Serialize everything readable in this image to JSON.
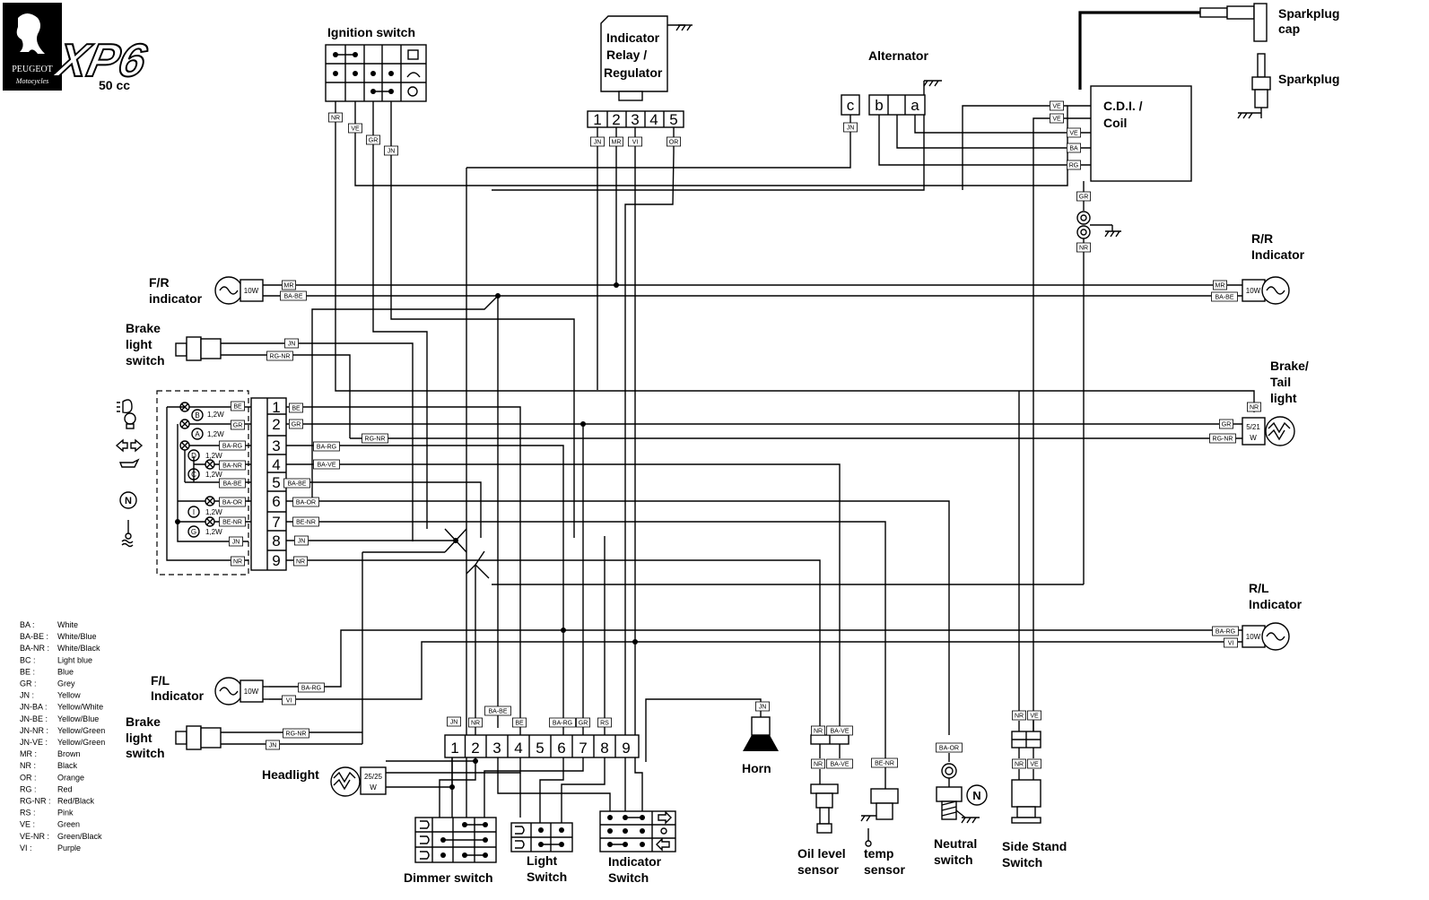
{
  "brand": {
    "name": "PEUGEOT",
    "subtitle": "Motocycles",
    "model": "XP6",
    "displacement": "50 cc"
  },
  "components": {
    "ignition_switch": "Ignition switch",
    "indicator_relay_l1": "Indicator",
    "indicator_relay_l2": "Relay /",
    "indicator_relay_l3": "Regulator",
    "alternator": "Alternator",
    "cdi_l1": "C.D.I. /",
    "cdi_l2": "Coil",
    "sparkplug_cap_l1": "Sparkplug",
    "sparkplug_cap_l2": "cap",
    "sparkplug": "Sparkplug",
    "fr_indicator_l1": "F/R",
    "fr_indicator_l2": "indicator",
    "rr_indicator_l1": "R/R",
    "rr_indicator_l2": "Indicator",
    "brake_switch_top_l1": "Brake",
    "brake_switch_top_l2": "light",
    "brake_switch_top_l3": "switch",
    "brake_tail_l1": "Brake/",
    "brake_tail_l2": "Tail",
    "brake_tail_l3": "light",
    "rl_indicator_l1": "R/L",
    "rl_indicator_l2": "Indicator",
    "fl_indicator_l1": "F/L",
    "fl_indicator_l2": "Indicator",
    "brake_switch_bottom_l1": "Brake",
    "brake_switch_bottom_l2": "light",
    "brake_switch_bottom_l3": "switch",
    "headlight": "Headlight",
    "horn": "Horn",
    "oil_level_l1": "Oil level",
    "oil_level_l2": "sensor",
    "temp_l1": "temp",
    "temp_l2": "sensor",
    "neutral_l1": "Neutral",
    "neutral_l2": "switch",
    "side_stand_l1": "Side Stand",
    "side_stand_l2": "Switch",
    "dimmer_switch": "Dimmer switch",
    "light_switch_l1": "Light",
    "light_switch_l2": "Switch",
    "indicator_switch_l1": "Indicator",
    "indicator_switch_l2": "Switch"
  },
  "terminals": {
    "alternator_c": "c",
    "alternator_b": "b",
    "alternator_a": "a",
    "relay_pins": [
      "1",
      "2",
      "3",
      "4",
      "5"
    ],
    "dash_pins": [
      "1",
      "2",
      "3",
      "4",
      "5",
      "6",
      "7",
      "8",
      "9"
    ],
    "bottom_pins": [
      "1",
      "2",
      "3",
      "4",
      "5",
      "6",
      "7",
      "8",
      "9"
    ]
  },
  "ratings": {
    "indicator_bulb": "10W",
    "tail_bulb_l1": "5/21",
    "tail_bulb_l2": "W",
    "headlight_bulb_l1": "25/25",
    "headlight_bulb_l2": "W",
    "dash_bulb": "1,2W",
    "dash_letters": [
      "B",
      "A",
      "D",
      "C",
      "I",
      "G"
    ]
  },
  "wire_codes": {
    "ign": [
      "NR",
      "VE",
      "GR",
      "JN"
    ],
    "relay": [
      "JN",
      "MR",
      "VI",
      "OR"
    ],
    "alt_c": "JN",
    "cdi_in": [
      "VE",
      "VE",
      "BA",
      "RG"
    ],
    "cdi_out": [
      "GR",
      "NR"
    ],
    "fr_ind": [
      "MR",
      "BA-BE"
    ],
    "rr_ind": [
      "MR",
      "BA-BE"
    ],
    "brake_sw_top": [
      "JN",
      "RG-NR"
    ],
    "tail": [
      "NR",
      "GR",
      "RG-NR"
    ],
    "dash_left": [
      "BE",
      "GR",
      "BA-RG",
      "BA-NR",
      "BA-BE",
      "BA-OR",
      "BE-NR",
      "JN",
      "NR"
    ],
    "dash_right": [
      "BE",
      "GR",
      "BA-RG",
      "RG-NR",
      "BA-VE",
      "BA-BE",
      "BA-OR",
      "BE-NR",
      "JN",
      "NR"
    ],
    "rl_ind": [
      "BA-RG",
      "VI"
    ],
    "fl_ind": [
      "BA-RG",
      "VI"
    ],
    "brake_sw_bottom": [
      "RG-NR",
      "JN"
    ],
    "bottom_top": [
      "JN",
      "NR",
      "BA-BE",
      "BE",
      "BA-RG",
      "GR",
      "RS"
    ],
    "horn": "JN",
    "oil": [
      "NR",
      "BA-VE",
      "NR",
      "BA-VE"
    ],
    "temp": "BE-NR",
    "neutral": "BA-OR",
    "side": [
      "NR",
      "VE",
      "NR",
      "VE"
    ]
  },
  "legend": [
    {
      "code": "BA :",
      "color": "White"
    },
    {
      "code": "BA-BE :",
      "color": "White/Blue"
    },
    {
      "code": "BA-NR :",
      "color": "White/Black"
    },
    {
      "code": "BC :",
      "color": "Light blue"
    },
    {
      "code": "BE :",
      "color": "Blue"
    },
    {
      "code": "GR :",
      "color": "Grey"
    },
    {
      "code": "JN :",
      "color": "Yellow"
    },
    {
      "code": "JN-BA :",
      "color": "Yellow/White"
    },
    {
      "code": "JN-BE :",
      "color": "Yellow/Blue"
    },
    {
      "code": "JN-NR :",
      "color": "Yellow/Green"
    },
    {
      "code": "JN-VE :",
      "color": "Yellow/Green"
    },
    {
      "code": "MR :",
      "color": "Brown"
    },
    {
      "code": "NR :",
      "color": "Black"
    },
    {
      "code": "OR :",
      "color": "Orange"
    },
    {
      "code": "RG :",
      "color": "Red"
    },
    {
      "code": "RG-NR :",
      "color": "Red/Black"
    },
    {
      "code": "RS :",
      "color": "Pink"
    },
    {
      "code": "VE :",
      "color": "Green"
    },
    {
      "code": "VE-NR :",
      "color": "Green/Black"
    },
    {
      "code": "VI :",
      "color": "Purple"
    }
  ],
  "icons": {
    "logo": "peugeot-lion-logo",
    "neutral": "N"
  }
}
